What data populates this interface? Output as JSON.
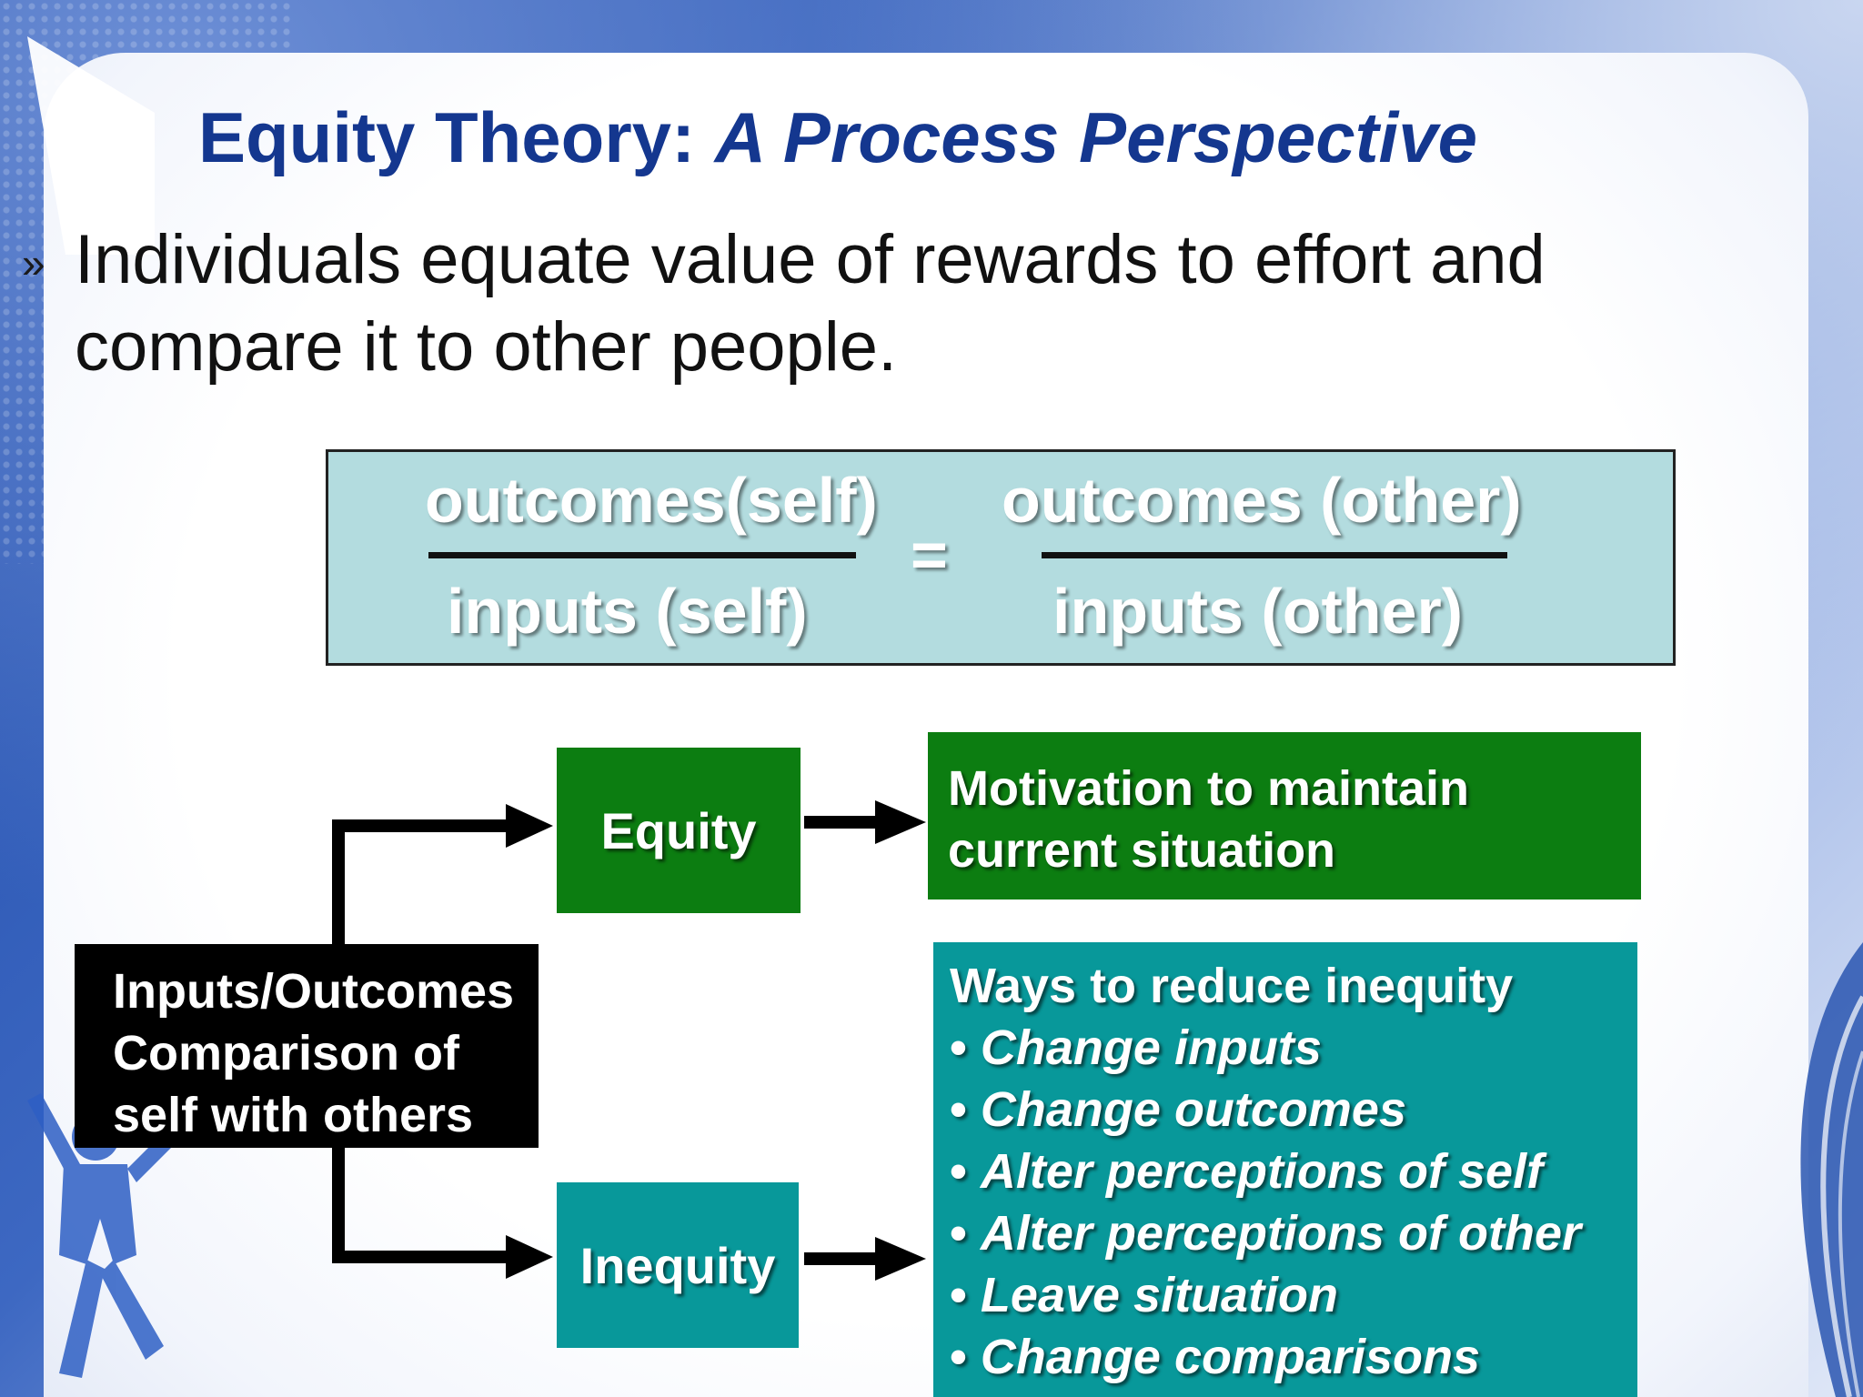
{
  "slide": {
    "title_plain": "Equity Theory: ",
    "title_italic": "A Process Perspective",
    "bullet_glyph": "»",
    "bullet_text": "Individuals equate value of rewards to effort and compare it to other people."
  },
  "formula": {
    "left_numerator": "outcomes(self)",
    "left_denominator": "inputs (self)",
    "equals": "=",
    "right_numerator": "outcomes (other)",
    "right_denominator": "inputs (other)"
  },
  "diagram": {
    "comparison_lines": [
      "Inputs/Outcomes",
      "Comparison of",
      "self with others"
    ],
    "equity_label": "Equity",
    "inequity_label": "Inequity",
    "motivation_lines": [
      "Motivation to maintain",
      "current situation"
    ],
    "ways_heading": "Ways to reduce inequity",
    "ways_items": [
      "Change inputs",
      "Change outcomes",
      "Alter perceptions of self",
      "Alter perceptions of other",
      "Leave situation",
      "Change comparisons"
    ]
  },
  "colors": {
    "title": "#14378f",
    "equity_green": "#0c7d11",
    "inequity_teal": "#08989a",
    "formula_bg": "#b3dcdf"
  }
}
